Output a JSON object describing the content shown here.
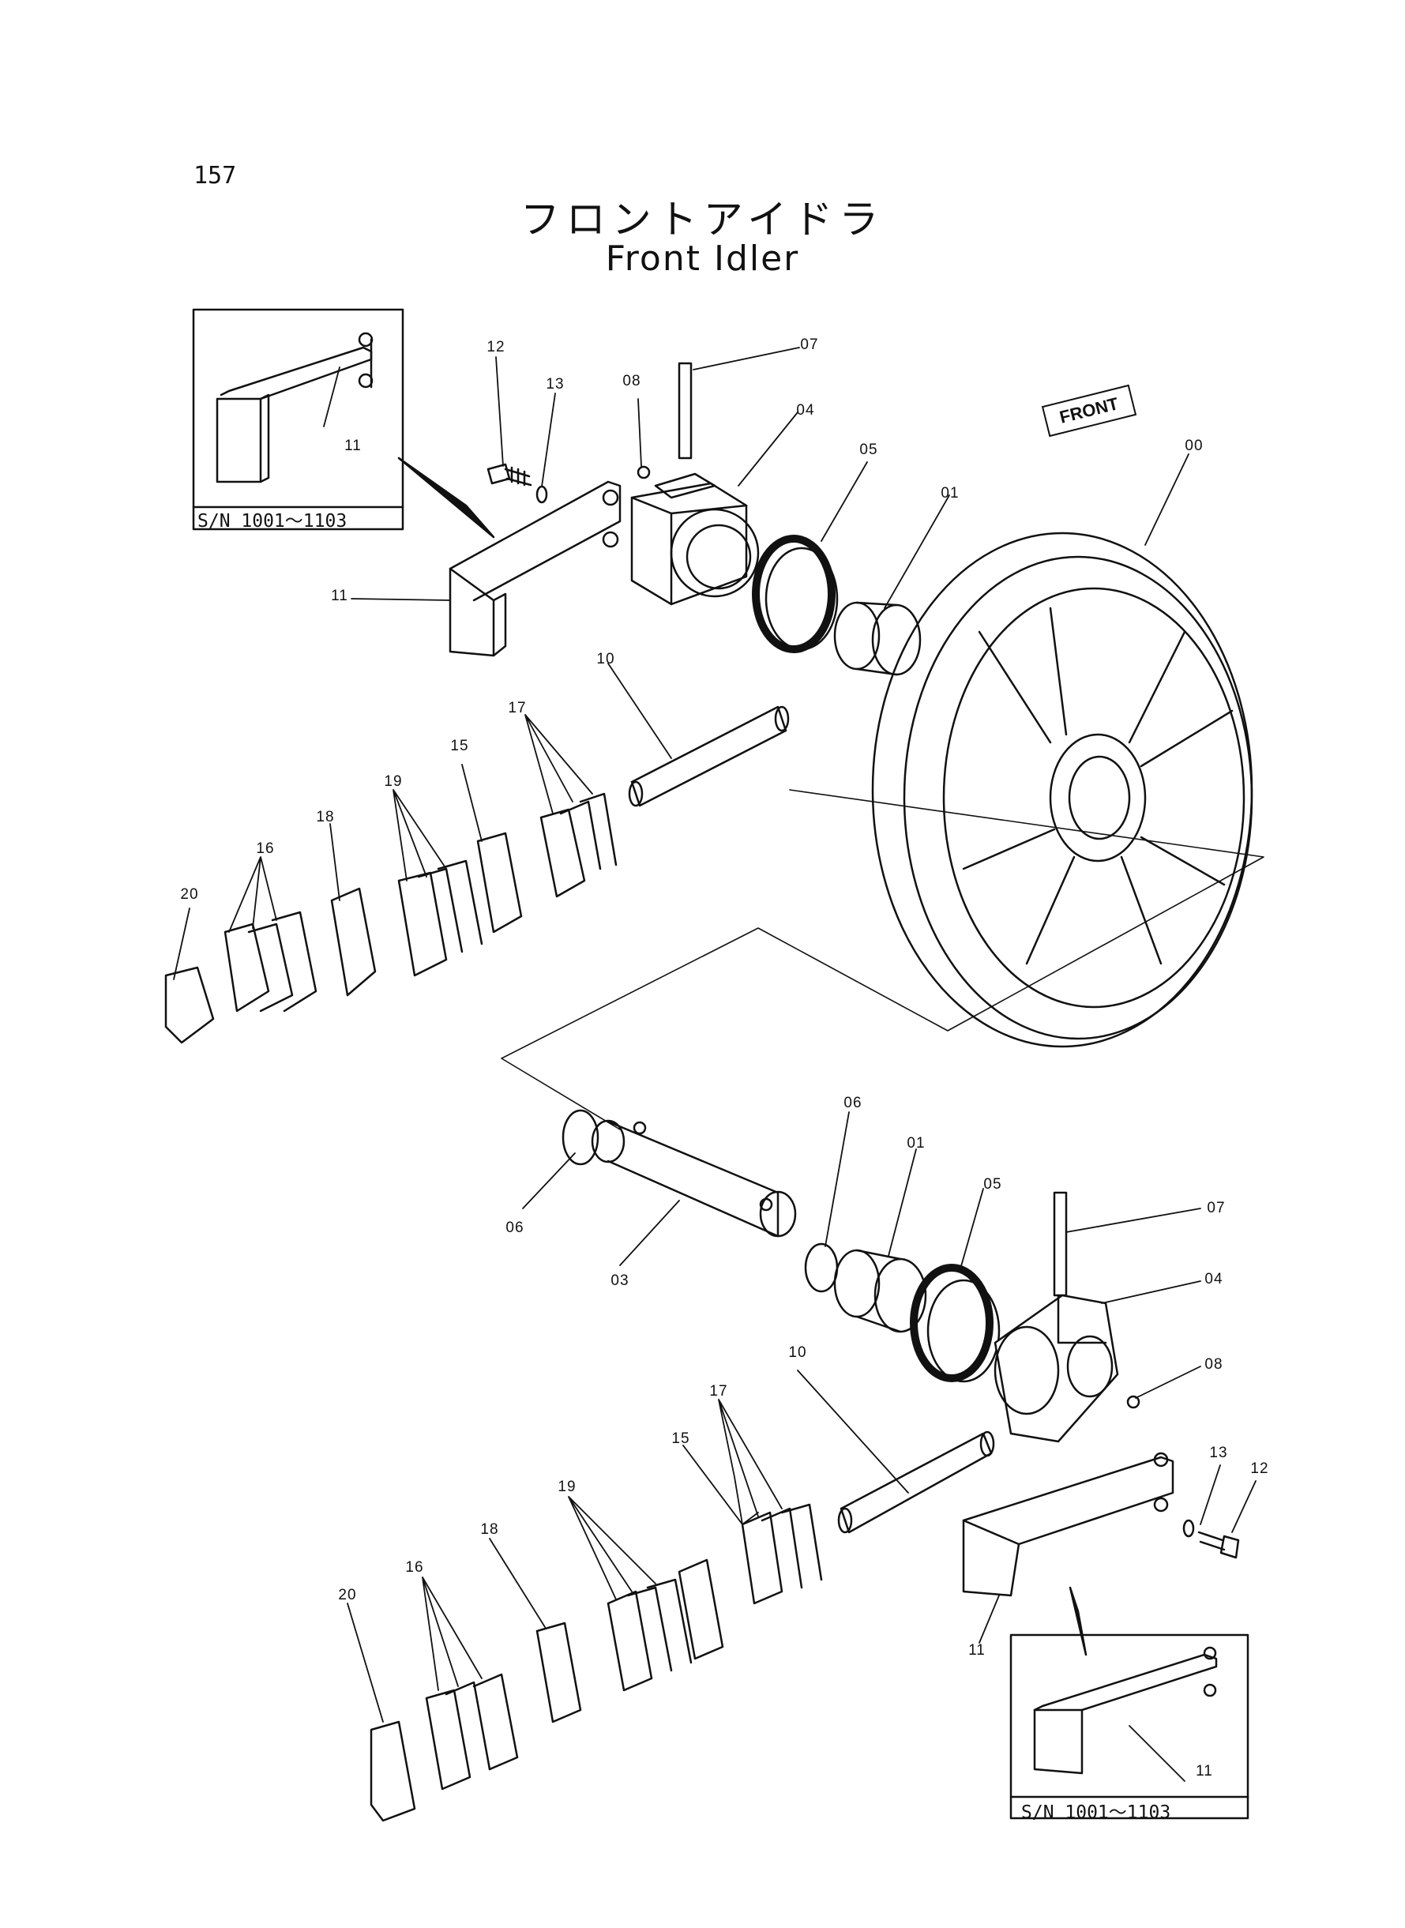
{
  "page_number": "157",
  "title_jp": "フロントアイドラ",
  "title_en": "Front Idler",
  "front_badge": "FRONT",
  "inset_top": {
    "serial": "S/N 1001～1103",
    "label": "11"
  },
  "inset_bottom": {
    "serial": "S/N 1001～1103",
    "label": "11"
  },
  "callouts": [
    "12",
    "13",
    "08",
    "07",
    "04",
    "05",
    "01",
    "00",
    "11",
    "10",
    "17",
    "15",
    "19",
    "18",
    "16",
    "20",
    "06",
    "06",
    "01",
    "05",
    "07",
    "04",
    "08",
    "03",
    "10",
    "13",
    "12",
    "17",
    "15",
    "19",
    "18",
    "16",
    "20",
    "11"
  ]
}
